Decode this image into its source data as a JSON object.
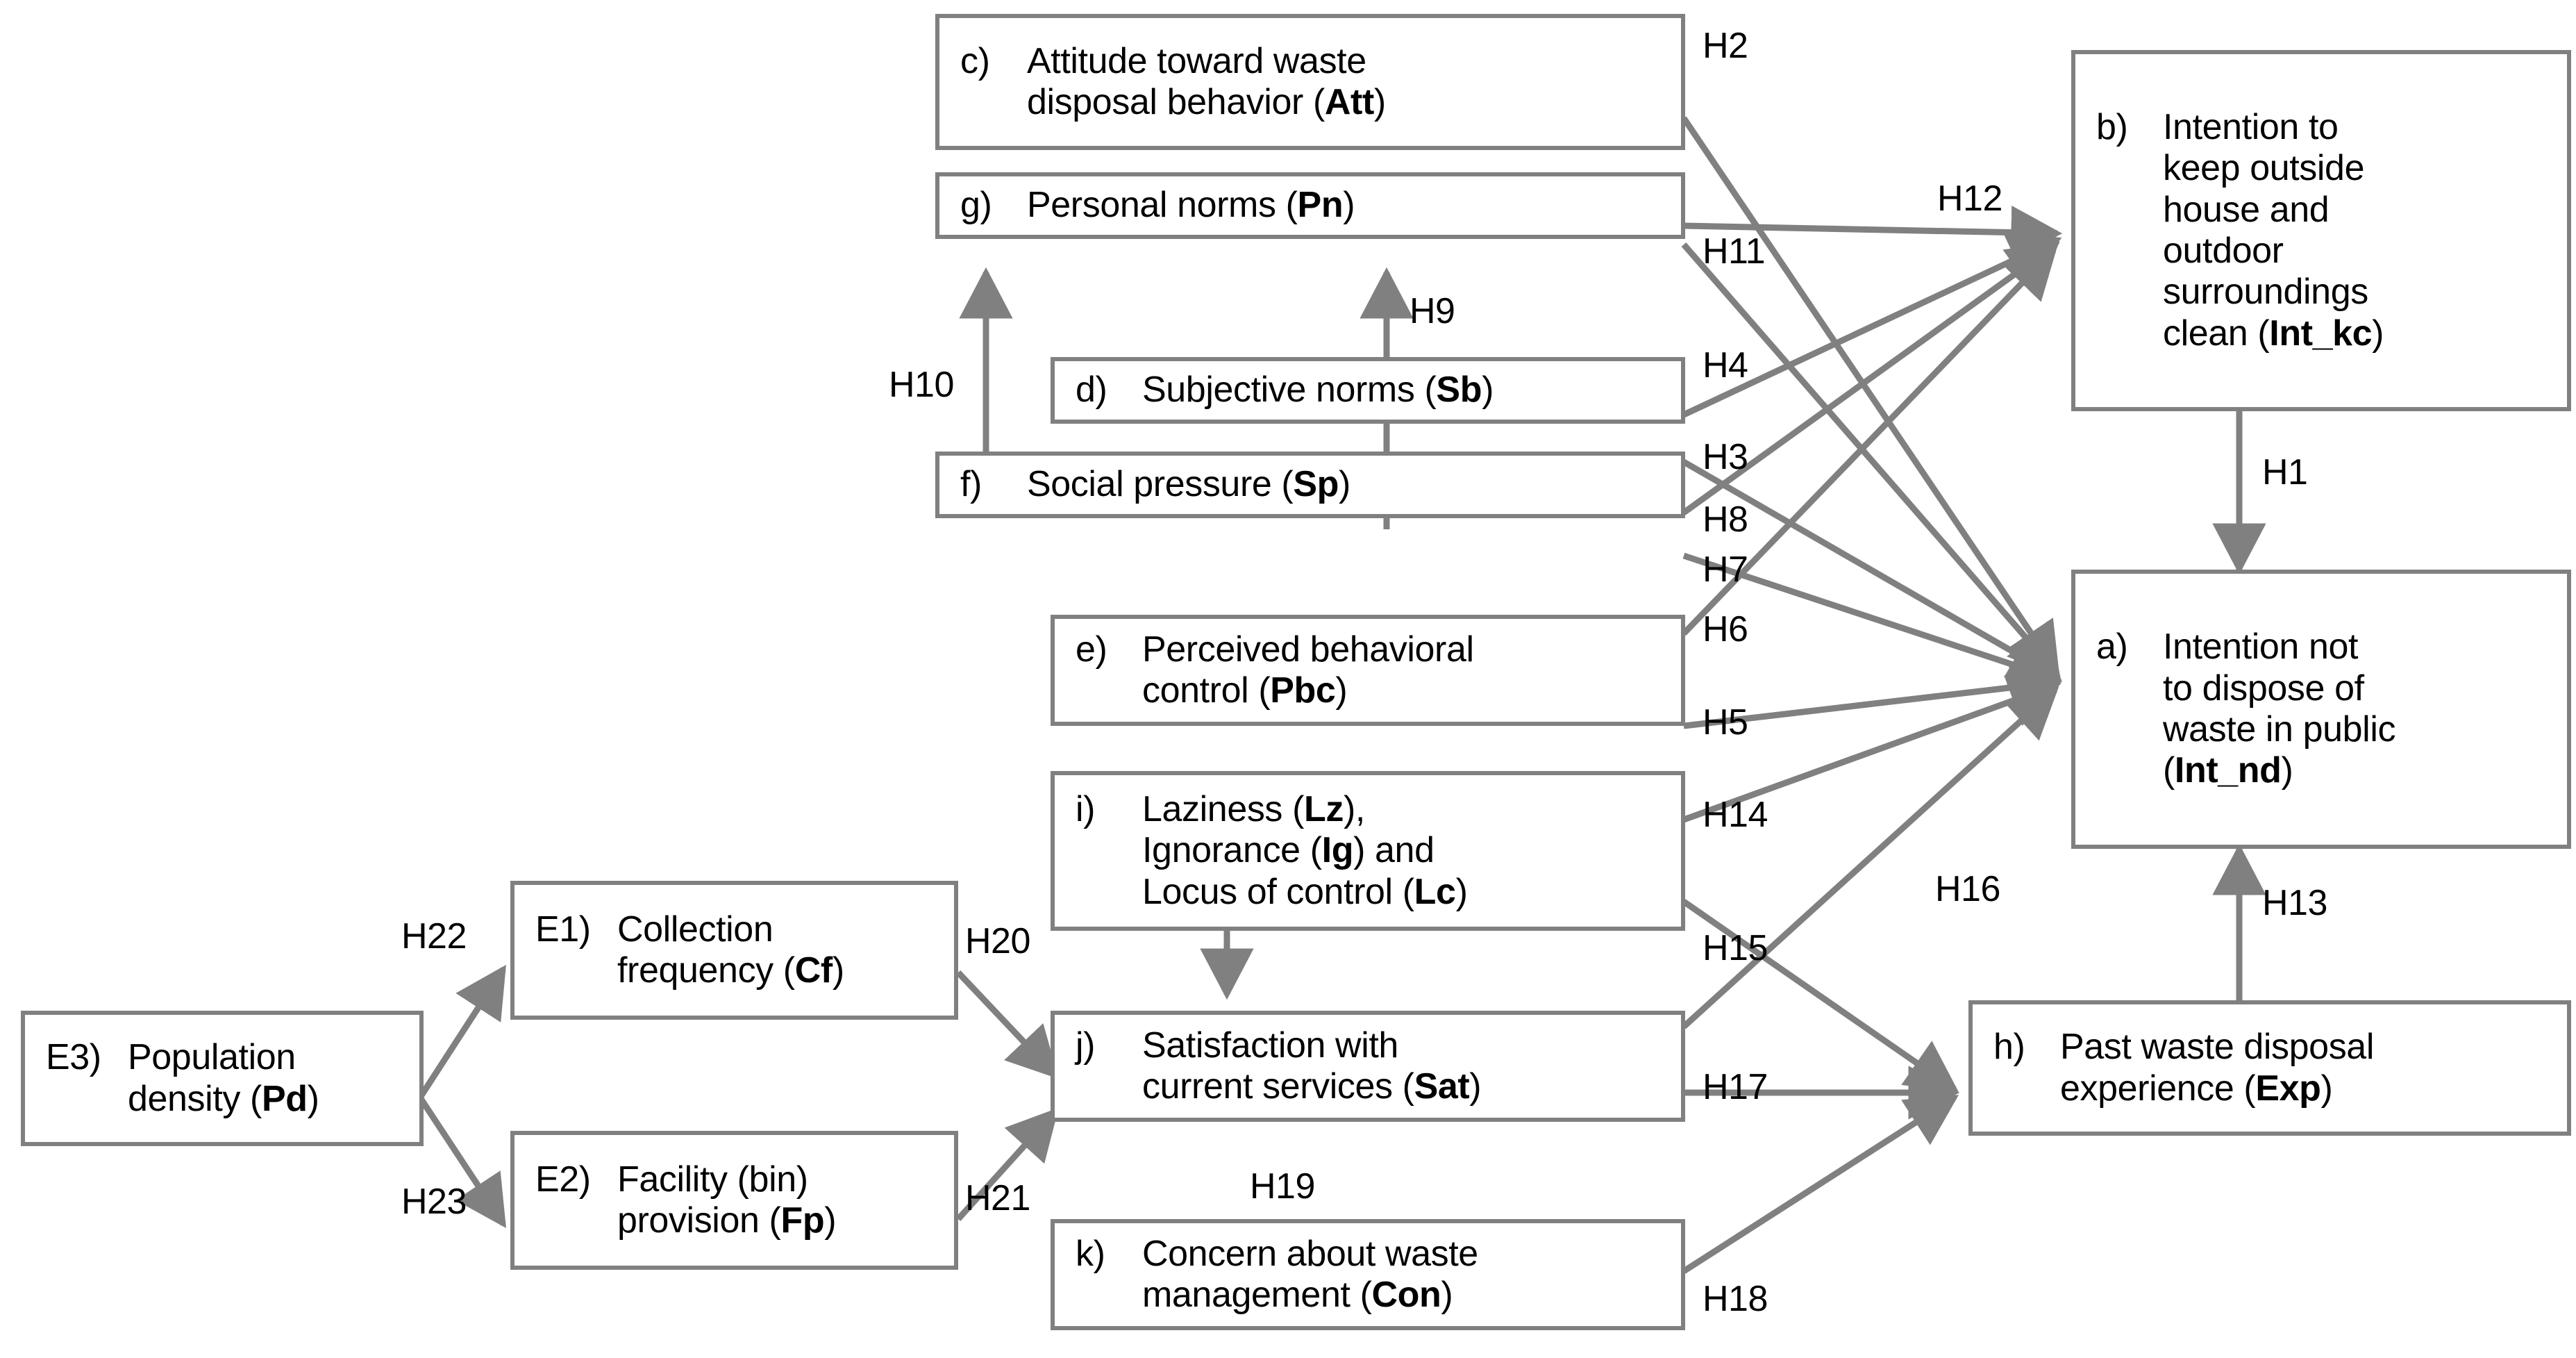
{
  "diagram": {
    "title": "Conceptual framework of waste disposal behaviour hypotheses",
    "line_color": "#808080",
    "text_color": "#000000",
    "background": "#ffffff",
    "nodes": [
      {
        "id": "c",
        "tag": "c)",
        "text": "Attitude toward waste\ndisposal behavior (Att)",
        "label_plain": "c)  Attitude toward waste disposal behavior (Att)"
      },
      {
        "id": "g",
        "tag": "g)",
        "text": "Personal norms (Pn)",
        "label_plain": "g)  Personal norms (Pn)"
      },
      {
        "id": "d",
        "tag": "d)",
        "text": "Subjective norms (Sb)",
        "label_plain": "d)  Subjective norms (Sb)"
      },
      {
        "id": "f",
        "tag": "f)",
        "text": "Social pressure (Sp)",
        "label_plain": "f)  Social pressure (Sp)"
      },
      {
        "id": "e",
        "tag": "e)",
        "text": "Perceived behavioral\ncontrol (Pbc)",
        "label_plain": "e)  Perceived behavioral control (Pbc)"
      },
      {
        "id": "i",
        "tag": "i)",
        "text": "Laziness (Lz),\nIgnorance (Ig) and\nLocus of control (Lc)",
        "label_plain": "i)  Laziness (Lz), Ignorance (Ig) and Locus of control (Lc)"
      },
      {
        "id": "j",
        "tag": "j)",
        "text": "Satisfaction with\ncurrent services (Sat)",
        "label_plain": "j)  Satisfaction with current services (Sat)"
      },
      {
        "id": "k",
        "tag": "k)",
        "text": "Concern about waste\nmanagement  (Con)",
        "label_plain": "k)  Concern about waste management (Con)"
      },
      {
        "id": "b",
        "tag": "b)",
        "text": "Intention to\nkeep outside\nhouse and\noutdoor\nsurroundings\nclean (Int_kc)",
        "label_plain": "b)  Intention to keep outside house and outdoor surroundings clean (Int_kc)"
      },
      {
        "id": "a",
        "tag": "a)",
        "text": "Intention not\nto dispose of\nwaste in public\n(Int_nd)",
        "label_plain": "a)  Intention not to dispose of waste in public (Int_nd)"
      },
      {
        "id": "h",
        "tag": "h)",
        "text": "Past waste disposal\nexperience (Exp)",
        "label_plain": "h)  Past waste disposal experience (Exp)"
      },
      {
        "id": "E1",
        "tag": "E1)",
        "text": "Collection\nfrequency (Cf)",
        "label_plain": "E1) Collection frequency (Cf)"
      },
      {
        "id": "E2",
        "tag": "E2)",
        "text": "Facility (bin)\nprovision (Fp)",
        "label_plain": "E2) Facility (bin) provision (Fp)"
      },
      {
        "id": "E3",
        "tag": "E3)",
        "text": "Population\ndensity (Pd)",
        "label_plain": "E3) Population density (Pd)"
      }
    ],
    "hypothesis_labels": [
      "H1",
      "H2",
      "H3",
      "H4",
      "H5",
      "H6",
      "H7",
      "H8",
      "H9",
      "H10",
      "H11",
      "H12",
      "H13",
      "H14",
      "H15",
      "H16",
      "H17",
      "H18",
      "H19",
      "H20",
      "H21",
      "H22",
      "H23"
    ],
    "edges": [
      {
        "id": "H1",
        "label": "H1",
        "from": "b",
        "to": "a"
      },
      {
        "id": "H2",
        "label": "H2",
        "from": "c",
        "to": "a"
      },
      {
        "id": "H3",
        "label": "H3",
        "from": "d",
        "to": "a"
      },
      {
        "id": "H4",
        "label": "H4",
        "from": "d",
        "to": "b"
      },
      {
        "id": "H5",
        "label": "H5",
        "from": "e",
        "to": "a"
      },
      {
        "id": "H6",
        "label": "H6",
        "from": "e",
        "to": "b"
      },
      {
        "id": "H7",
        "label": "H7",
        "from": "f",
        "to": "a"
      },
      {
        "id": "H8",
        "label": "H8",
        "from": "f",
        "to": "b"
      },
      {
        "id": "H9",
        "label": "H9",
        "from": "d",
        "to": "g"
      },
      {
        "id": "H10",
        "label": "H10",
        "from": "f",
        "to": "g"
      },
      {
        "id": "H11",
        "label": "H11",
        "from": "g",
        "to": "a"
      },
      {
        "id": "H12",
        "label": "H12",
        "from": "g",
        "to": "b"
      },
      {
        "id": "H13",
        "label": "H13",
        "from": "h",
        "to": "a"
      },
      {
        "id": "H14",
        "label": "H14",
        "from": "i",
        "to": "a"
      },
      {
        "id": "H15",
        "label": "H15",
        "from": "i",
        "to": "h"
      },
      {
        "id": "H16",
        "label": "H16",
        "from": "j",
        "to": "a"
      },
      {
        "id": "H17",
        "label": "H17",
        "from": "j",
        "to": "h"
      },
      {
        "id": "H18",
        "label": "H18",
        "from": "k",
        "to": "h"
      },
      {
        "id": "H19",
        "label": "H19",
        "from": "j",
        "to": "k"
      },
      {
        "id": "H20",
        "label": "H20",
        "from": "E1",
        "to": "j"
      },
      {
        "id": "H21",
        "label": "H21",
        "from": "E2",
        "to": "j"
      },
      {
        "id": "H22",
        "label": "H22",
        "from": "E3",
        "to": "E1"
      },
      {
        "id": "H23",
        "label": "H23",
        "from": "E3",
        "to": "E2"
      }
    ]
  }
}
